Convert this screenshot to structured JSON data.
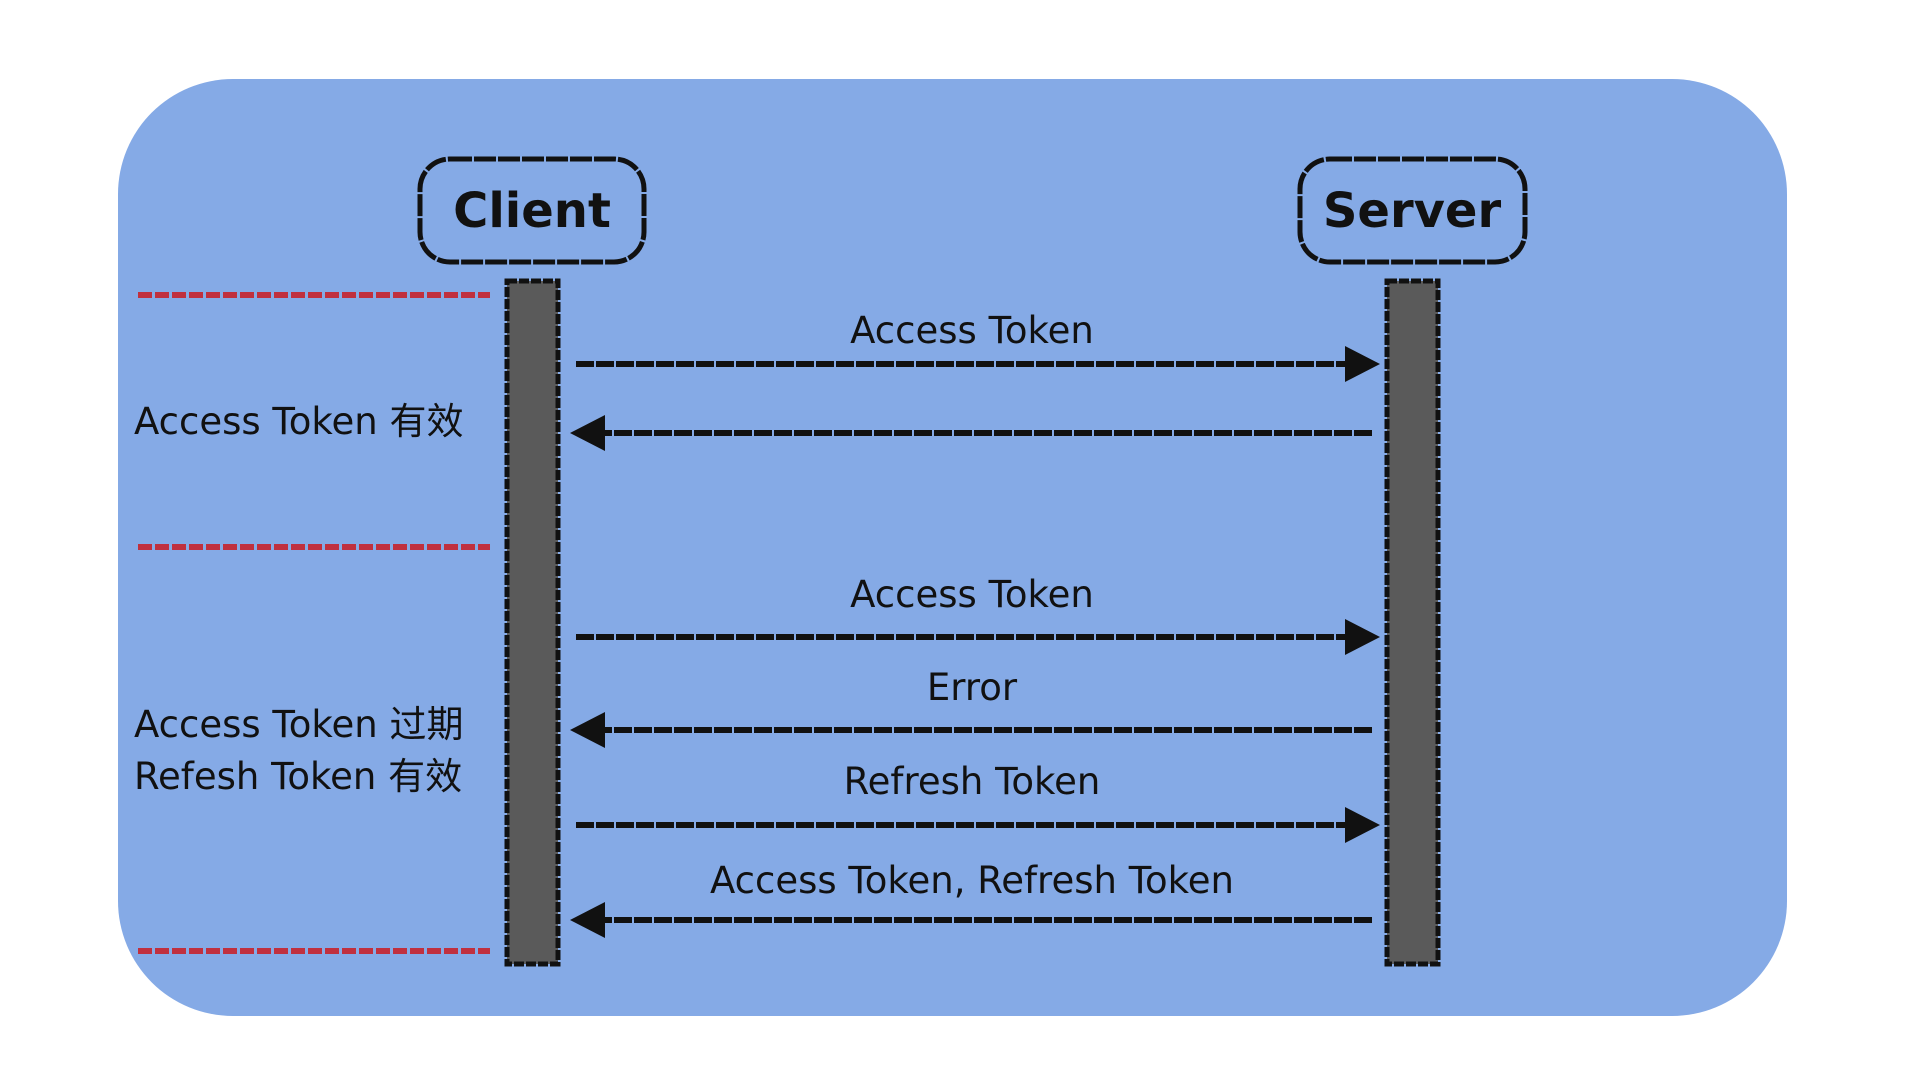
{
  "colors": {
    "background": "#ffffff",
    "panel": "#85aae6",
    "lifeline": "#5a5a5a",
    "ink": "#111111",
    "divider": "#c0303f"
  },
  "actors": {
    "client": "Client",
    "server": "Server"
  },
  "phases": {
    "valid": {
      "line1": "Access Token 有效"
    },
    "expired": {
      "line1": "Access Token 过期",
      "line2": "Refesh Token 有效"
    }
  },
  "messages": [
    {
      "label": "Access Token",
      "direction": "client-to-server"
    },
    {
      "label": "",
      "direction": "server-to-client"
    },
    {
      "label": "Access Token",
      "direction": "client-to-server"
    },
    {
      "label": "Error",
      "direction": "server-to-client"
    },
    {
      "label": "Refresh Token",
      "direction": "client-to-server"
    },
    {
      "label": "Access Token, Refresh Token",
      "direction": "server-to-client"
    }
  ]
}
